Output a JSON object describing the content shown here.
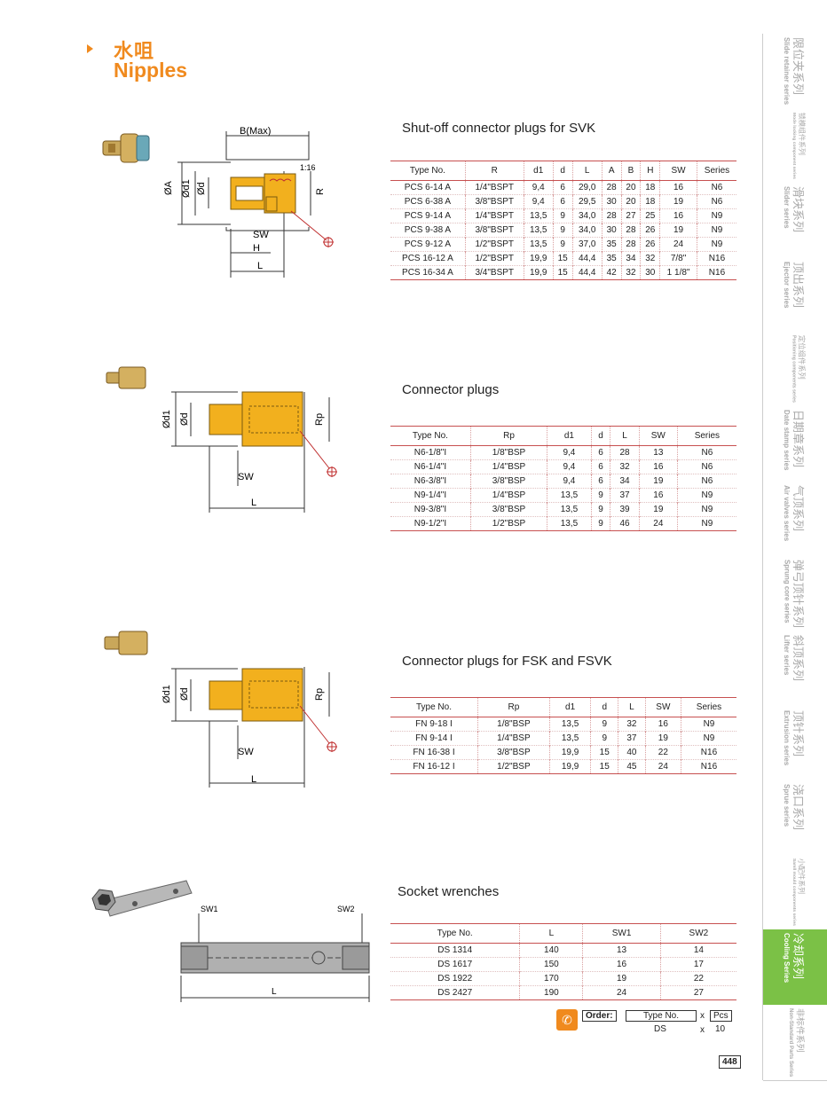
{
  "header": {
    "title_cn": "水咀",
    "title_en": "Nipples"
  },
  "sections": [
    {
      "title": "Shut-off connector plugs for SVK",
      "columns": [
        "Type No.",
        "R",
        "d1",
        "d",
        "L",
        "A",
        "B",
        "H",
        "SW",
        "Series"
      ],
      "rows": [
        [
          "PCS 6-14 A",
          "1/4\"BSPT",
          "9,4",
          "6",
          "29,0",
          "28",
          "20",
          "18",
          "16",
          "N6"
        ],
        [
          "PCS 6-38 A",
          "3/8\"BSPT",
          "9,4",
          "6",
          "29,5",
          "30",
          "20",
          "18",
          "19",
          "N6"
        ],
        [
          "PCS 9-14 A",
          "1/4\"BSPT",
          "13,5",
          "9",
          "34,0",
          "28",
          "27",
          "25",
          "16",
          "N9"
        ],
        [
          "PCS 9-38 A",
          "3/8\"BSPT",
          "13,5",
          "9",
          "34,0",
          "30",
          "28",
          "26",
          "19",
          "N9"
        ],
        [
          "PCS 9-12 A",
          "1/2\"BSPT",
          "13,5",
          "9",
          "37,0",
          "35",
          "28",
          "26",
          "24",
          "N9"
        ],
        [
          "PCS 16-12 A",
          "1/2\"BSPT",
          "19,9",
          "15",
          "44,4",
          "35",
          "34",
          "32",
          "7/8\"",
          "N16"
        ],
        [
          "PCS 16-34 A",
          "3/4\"BSPT",
          "19,9",
          "15",
          "44,4",
          "42",
          "32",
          "30",
          "1 1/8\"",
          "N16"
        ]
      ],
      "drawing_labels": {
        "b": "B(Max)",
        "taper": "1:16",
        "a": "ØA",
        "d1": "Ød1",
        "d": "Ød",
        "r": "R",
        "sw": "SW",
        "h": "H",
        "l": "L"
      }
    },
    {
      "title": "Connector plugs",
      "columns": [
        "Type No.",
        "Rp",
        "d1",
        "d",
        "L",
        "SW",
        "Series"
      ],
      "rows": [
        [
          "N6-1/8\"I",
          "1/8\"BSP",
          "9,4",
          "6",
          "28",
          "13",
          "N6"
        ],
        [
          "N6-1/4\"I",
          "1/4\"BSP",
          "9,4",
          "6",
          "32",
          "16",
          "N6"
        ],
        [
          "N6-3/8\"I",
          "3/8\"BSP",
          "9,4",
          "6",
          "34",
          "19",
          "N6"
        ],
        [
          "N9-1/4\"I",
          "1/4\"BSP",
          "13,5",
          "9",
          "37",
          "16",
          "N9"
        ],
        [
          "N9-3/8\"I",
          "3/8\"BSP",
          "13,5",
          "9",
          "39",
          "19",
          "N9"
        ],
        [
          "N9-1/2\"I",
          "1/2\"BSP",
          "13,5",
          "9",
          "46",
          "24",
          "N9"
        ]
      ],
      "drawing_labels": {
        "d1": "Ød1",
        "d": "Ød",
        "rp": "Rp",
        "sw": "SW",
        "l": "L"
      }
    },
    {
      "title": "Connector plugs for FSK and FSVK",
      "columns": [
        "Type No.",
        "Rp",
        "d1",
        "d",
        "L",
        "SW",
        "Series"
      ],
      "rows": [
        [
          "FN 9-18 I",
          "1/8\"BSP",
          "13,5",
          "9",
          "32",
          "16",
          "N9"
        ],
        [
          "FN 9-14 I",
          "1/4\"BSP",
          "13,5",
          "9",
          "37",
          "19",
          "N9"
        ],
        [
          "FN 16-38 I",
          "3/8\"BSP",
          "19,9",
          "15",
          "40",
          "22",
          "N16"
        ],
        [
          "FN 16-12 I",
          "1/2\"BSP",
          "19,9",
          "15",
          "45",
          "24",
          "N16"
        ]
      ],
      "drawing_labels": {
        "d1": "Ød1",
        "d": "Ød",
        "rp": "Rp",
        "sw": "SW",
        "l": "L"
      }
    },
    {
      "title": "Socket wrenches",
      "columns": [
        "Type No.",
        "L",
        "SW1",
        "SW2"
      ],
      "rows": [
        [
          "DS 1314",
          "140",
          "13",
          "14"
        ],
        [
          "DS 1617",
          "150",
          "16",
          "17"
        ],
        [
          "DS 1922",
          "170",
          "19",
          "22"
        ],
        [
          "DS 2427",
          "190",
          "24",
          "27"
        ]
      ],
      "drawing_labels": {
        "sw1": "SW1",
        "sw2": "SW2",
        "l": "L"
      }
    }
  ],
  "order": {
    "label": "Order:",
    "type_header": "Type No.",
    "x1": "x",
    "pcs_header": "Pcs",
    "type_value": "DS",
    "x2": "x",
    "pcs_value": "10"
  },
  "side_tabs": [
    {
      "cn": "限位夹系列",
      "en": "Slide retainer series",
      "active": false
    },
    {
      "cn": "锁模组件系列",
      "en": "Mode locking component series",
      "active": false
    },
    {
      "cn": "滑块系列",
      "en": "Slider series",
      "active": false
    },
    {
      "cn": "顶出系列",
      "en": "Ejector series",
      "active": false
    },
    {
      "cn": "定位组件系列",
      "en": "Positioning components series",
      "active": false
    },
    {
      "cn": "日期章系列",
      "en": "Date stamp series",
      "active": false
    },
    {
      "cn": "气顶系列",
      "en": "Air valves series",
      "active": false
    },
    {
      "cn": "弹弓顶针系列",
      "en": "Sprung core series",
      "active": false
    },
    {
      "cn": "斜顶系列",
      "en": "Lifter series",
      "active": false
    },
    {
      "cn": "顶针系列",
      "en": "Extrusion series",
      "active": false
    },
    {
      "cn": "浇口系列",
      "en": "Sprue series",
      "active": false
    },
    {
      "cn": "小配件系列",
      "en": "Samll mould components series",
      "active": false
    },
    {
      "cn": "冷却系列",
      "en": "Cooling Series",
      "active": true
    },
    {
      "cn": "非标件系列",
      "en": "Non-Standard Parts Series",
      "active": false
    }
  ],
  "page_number": "448",
  "colors": {
    "accent": "#f08a1e",
    "table_rule": "#c75050",
    "active_tab": "#7bc146",
    "brass": "#f2b01e"
  }
}
